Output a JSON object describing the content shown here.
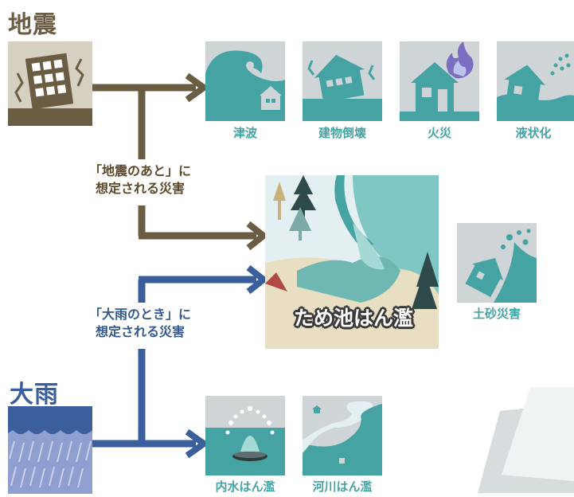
{
  "sources": {
    "earthquake": "地震",
    "heavy_rain": "大雨"
  },
  "notes": {
    "after_earthquake": [
      "「地震のあと」に",
      "想定される災害"
    ],
    "during_rain": [
      "「大雨のとき」に",
      "想定される災害"
    ]
  },
  "earthquake_hazards": [
    "津波",
    "建物倒壊",
    "火災",
    "液状化"
  ],
  "center_hazard": "ため池はん濫",
  "side_hazard": "土砂災害",
  "rain_hazards": [
    "内水はん濫",
    "河川はん濫"
  ],
  "colors": {
    "quake_brown": "#6b5d43",
    "rain_blue": "#3a5f9c",
    "teal": "#45a3a3",
    "tile_gray": "#cfd4d6"
  }
}
